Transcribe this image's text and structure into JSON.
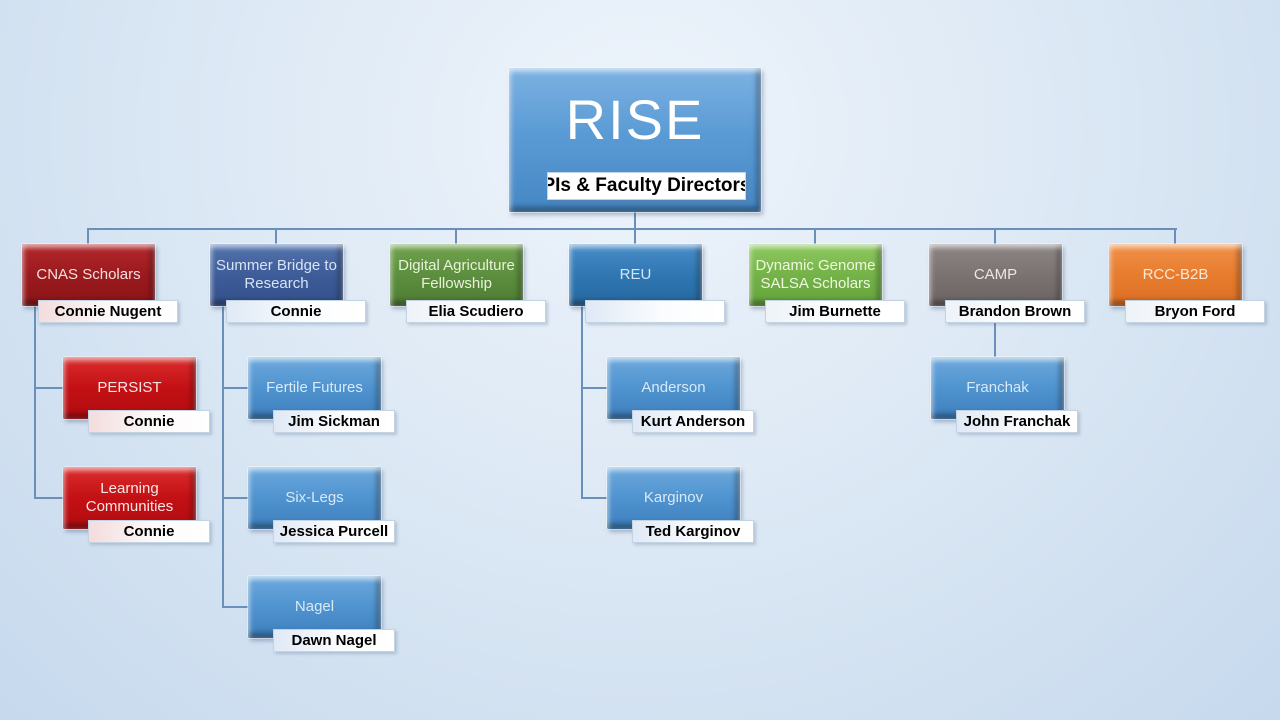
{
  "slide": {
    "root": {
      "title": "RISE",
      "subtitle": "PIs & Faculty Directors"
    },
    "programs": [
      {
        "name": "CNAS Scholars",
        "director": "Connie Nugent",
        "children": [
          {
            "name": "PERSIST",
            "director": "Connie"
          },
          {
            "name": "Learning Communities",
            "director": "Connie"
          }
        ]
      },
      {
        "name": "Summer Bridge to Research",
        "director": "Connie",
        "children": [
          {
            "name": "Fertile Futures",
            "director": "Jim Sickman"
          },
          {
            "name": "Six-Legs",
            "director": "Jessica Purcell"
          },
          {
            "name": "Nagel",
            "director": "Dawn Nagel"
          }
        ]
      },
      {
        "name": "Digital Agriculture Fellowship",
        "director": "Elia Scudiero",
        "children": []
      },
      {
        "name": "REU",
        "director": "",
        "children": [
          {
            "name": "Anderson",
            "director": "Kurt Anderson"
          },
          {
            "name": "Karginov",
            "director": "Ted Karginov"
          }
        ]
      },
      {
        "name": "Dynamic Genome SALSA Scholars",
        "director": "Jim Burnette",
        "children": []
      },
      {
        "name": "CAMP",
        "director": "Brandon Brown",
        "children": [
          {
            "name": "Franchak",
            "director": "John Franchak"
          }
        ]
      },
      {
        "name": "RCC-B2B",
        "director": "Bryon Ford",
        "children": []
      }
    ],
    "colors": {
      "background_top": "#eef4fb",
      "background_bottom": "#c6d9ed",
      "connector": "#6a8fb8",
      "rise_blue": "#5b9bd5",
      "dark_red": "#9a1a1e",
      "bright_red": "#c31014",
      "navy_blue": "#3d5c99",
      "green": "#5c8f3e",
      "blue": "#2f77b3",
      "light_green": "#74b348",
      "gray": "#7a7372",
      "orange": "#e87c2e",
      "child_blue": "#4f93cf",
      "label_background": "#ffffff",
      "label_text": "#000000"
    }
  }
}
